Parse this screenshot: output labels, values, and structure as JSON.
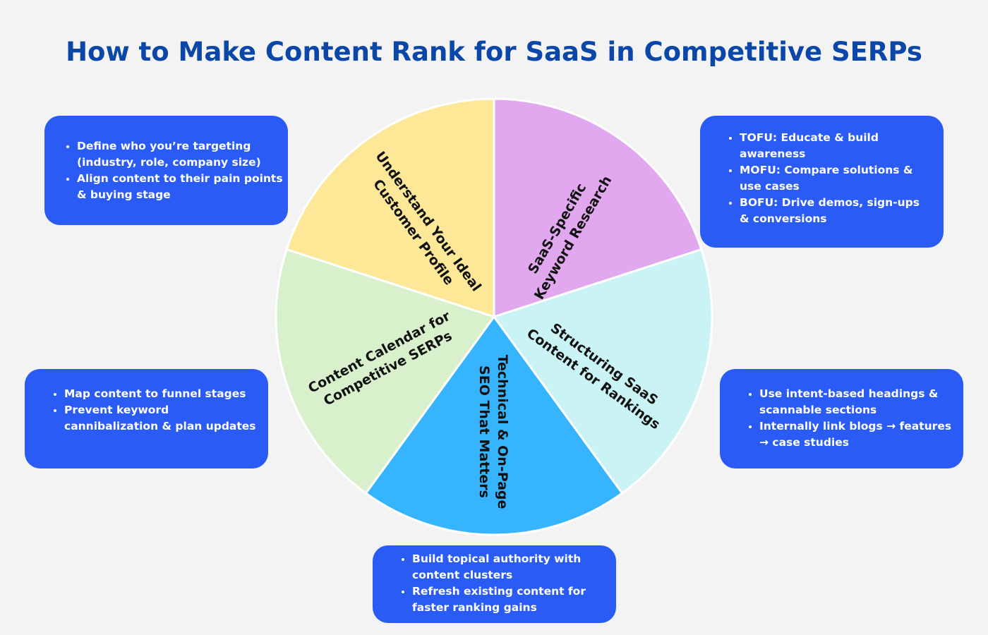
{
  "title": "How to Make Content Rank for SaaS in Competitive SERPs",
  "colors": {
    "title": "#0b47a8",
    "card_bg": "#2a5cf5",
    "card_text": "#ffffff",
    "background": "#f3f3f3"
  },
  "segments": [
    {
      "id": "icp",
      "lines": [
        "Understand Your Ideal",
        "Customer Profile"
      ],
      "color": "#fde897"
    },
    {
      "id": "keyword",
      "lines": [
        "SaaS-Specific",
        "Keyword Research"
      ],
      "color": "#e2a8ef"
    },
    {
      "id": "structure",
      "lines": [
        "Structuring SaaS",
        "Content for Rankings"
      ],
      "color": "#c9f3f4"
    },
    {
      "id": "technical",
      "lines": [
        "Technical & On-Page",
        "SEO That Matters"
      ],
      "color": "#37b4fe"
    },
    {
      "id": "calendar",
      "lines": [
        "Content Calendar for",
        "Competitive SERPs"
      ],
      "color": "#d8f1cc"
    }
  ],
  "cards": {
    "icp": [
      "Define who you’re targeting (industry, role, company size)",
      "Align content to their pain points & buying stage"
    ],
    "keyword": [
      "TOFU: Educate & build awareness",
      "MOFU: Compare solutions & use cases",
      "BOFU: Drive demos, sign-ups & conversions"
    ],
    "structure": [
      "Use intent-based headings & scannable sections",
      "Internally link blogs → features → case studies"
    ],
    "technical": [
      "Build topical authority with content clusters",
      "Refresh existing content for faster ranking gains"
    ],
    "calendar": [
      "Map content to funnel stages",
      "Prevent keyword cannibalization & plan updates"
    ]
  }
}
